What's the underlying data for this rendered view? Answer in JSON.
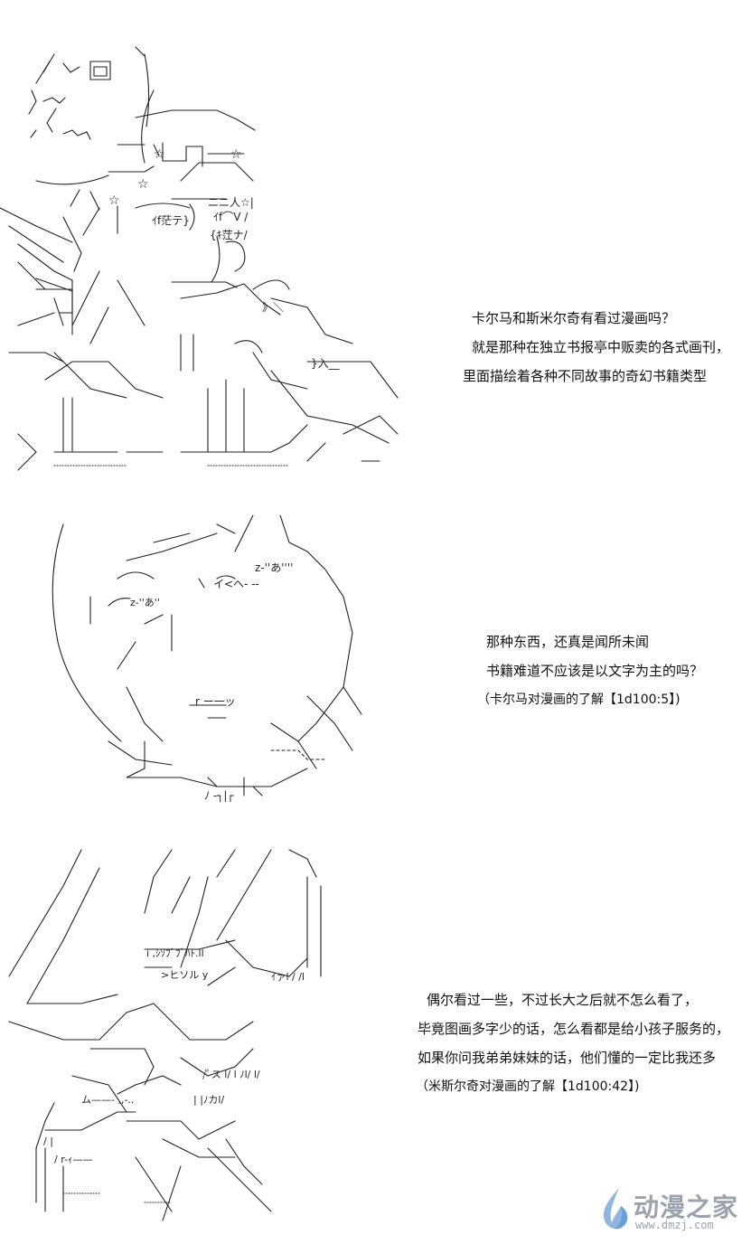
{
  "panels": [
    {
      "lines": [
        "卡尔马和斯米尔奇有看过漫画吗？",
        "就是那种在独立书报亭中贩卖的各式画刊，",
        "里面描绘着各种不同故事的奇幻书籍类型"
      ],
      "art_text": [
        "☆",
        "☆",
        "☆",
        "☆",
        "ｲf茫テ}",
        "{ｷ茳ナ/",
        "ｲf⌒V /",
        "ニニ人☆|",
        "》＼",
        "}入__"
      ]
    },
    {
      "lines": [
        "那种东西，还真是闻所未闻",
        "书籍难道不应该是以文字为主的吗？",
        "（卡尔马对漫画的了解【1d100:5】)"
      ],
      "art_text": [
        "z‐''あ''''",
        "z‐''あ''",
        "イ<ヘ- --",
        "r ー一ッ",
        "ﾉ ‐┐|┌"
      ]
    },
    {
      "lines": [
        "偶尔看过一些，不过长大之后就不怎么看了，",
        "毕竟图画多字少的话，怎么看都是给小孩子服务的，",
        "如果你问我弟弟妹妹的话，他们懂的一定比我还多",
        "（米斯尔奇对漫画的了解【1d100:42】)"
      ],
      "art_text": [
        "i ,ｼｿﾌﾞﾌﾞﾊﾄ.ll",
        ">ヒソル  y",
        "ｲァl /  /l",
        "/ﾟス l/ l ﾉl/ l/",
        "| |ﾉカl/",
        "ム——-  ,,-..",
        "/ |",
        "/ r-ｨ——"
      ]
    }
  ],
  "watermark": {
    "name": "动漫之家",
    "url": "www.dmzj.com",
    "color": "#9aa3ad",
    "icon": "flame-drop-icon"
  }
}
